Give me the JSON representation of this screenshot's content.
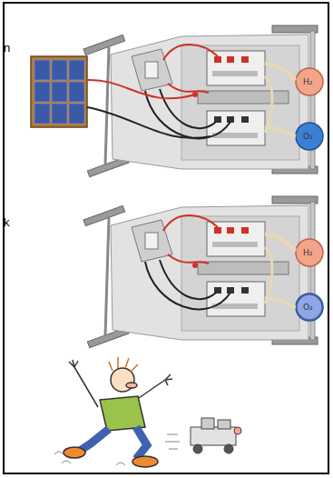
{
  "diagram": {
    "labels": [
      "n",
      "H₂",
      "O₂",
      "k",
      "H₂",
      "O₂"
    ]
  }
}
